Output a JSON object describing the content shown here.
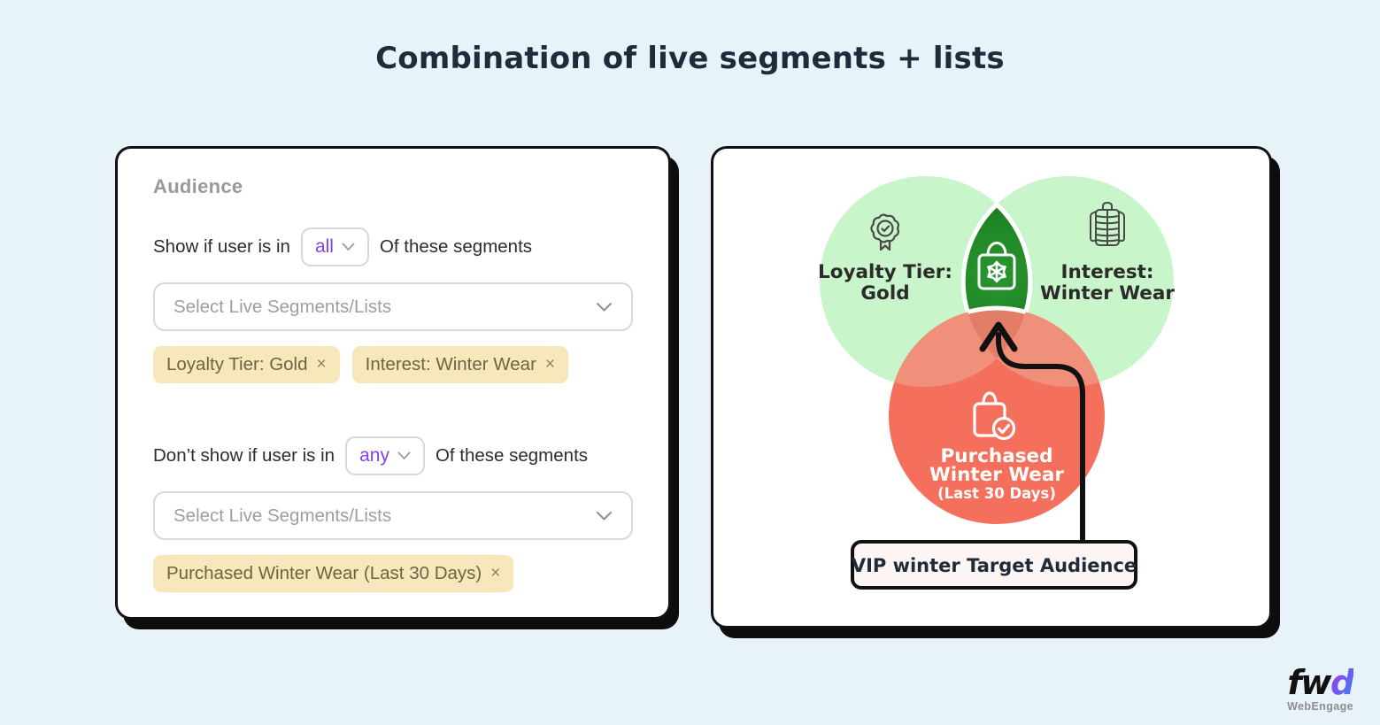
{
  "title": "Combination of live segments + lists",
  "audience_card": {
    "heading": "Audience",
    "include_rule": {
      "prefix": "Show if user is in",
      "operator": "all",
      "suffix": "Of these segments"
    },
    "include_select": {
      "placeholder": "Select Live Segments/Lists",
      "icon": "chevron-down-icon"
    },
    "include_tags": [
      {
        "label": "Loyalty Tier: Gold",
        "remove": "×"
      },
      {
        "label": "Interest: Winter Wear",
        "remove": "×"
      }
    ],
    "exclude_rule": {
      "prefix": "Don’t show if user is in",
      "operator": "any",
      "suffix": "Of these segments"
    },
    "exclude_select": {
      "placeholder": "Select Live Segments/Lists",
      "icon": "chevron-down-icon"
    },
    "exclude_tags": [
      {
        "label": "Purchased Winter Wear (Last 30 Days)",
        "remove": "×"
      }
    ]
  },
  "venn_card": {
    "circles": [
      {
        "id": "loyalty",
        "label_line1": "Loyalty Tier:",
        "label_line2": "Gold",
        "color": "#c8f5c9",
        "icon": "award-badge-icon"
      },
      {
        "id": "interest",
        "label_line1": "Interest:",
        "label_line2": "Winter Wear",
        "color": "#c8f5c9",
        "icon": "winter-jacket-icon"
      },
      {
        "id": "purchased",
        "label_line1": "Purchased",
        "label_line2": "Winter Wear",
        "label_line3": "(Last 30 Days)",
        "color": "#f4705c",
        "icon": "shopping-bag-check-icon"
      }
    ],
    "intersection": {
      "color": "#1b7e20",
      "icon": "winter-shopping-bag-icon"
    },
    "callout": {
      "label": "VIP winter Target Audience"
    }
  },
  "footer_logo": {
    "brand_black": "fw",
    "brand_gradient": "d",
    "company": "WebEngage"
  },
  "colors": {
    "bg": "#e7f2f9",
    "ink": "#1d2b3a",
    "accent-purple": "#7e42f1",
    "green-light": "#c8f5c9",
    "green-dark": "#1b7e20",
    "red": "#f4705c",
    "red-overlap": "#f0907b",
    "red-tri": "#e27d68",
    "tag-bg": "#f6e8ba",
    "tag-text": "#6b6545",
    "callout-bg": "#fdf4f4"
  }
}
